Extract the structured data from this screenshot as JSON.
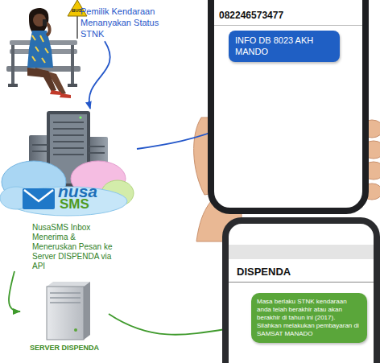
{
  "diagram": {
    "nodes": [
      {
        "text": [
          "Pemilik Kendaraan Menanyakan Status STNK"
        ]
      },
      {
        "text": [
          "082246573477"
        ]
      },
      {
        "text": [
          "INFO DB 8023 AKH MANDO"
        ],
        "in": 1
      },
      {
        "text": [
          "nusa",
          "SMS",
          "NusaSMS Inbox Menerima & Meneruskan Pesan ke Server DISPENDA via API"
        ]
      },
      {
        "text": [
          "SERVER DISPENDA"
        ]
      },
      {
        "text": [
          "DISPENDA"
        ]
      },
      {
        "text": [
          "Masa berlaku STNK kendaraan anda telah berakhir atau akan berakhir di tahun ini (2017). Silahkan melakukan pembayaran di SAMSAT MANADO"
        ],
        "in": 5
      }
    ],
    "edges": [
      {
        "from": 0,
        "to": 3,
        "arrow": "to"
      },
      {
        "from": 3,
        "to": 2,
        "arrow": "to"
      },
      {
        "from": 3,
        "to": 4,
        "arrow": "to"
      },
      {
        "from": 4,
        "to": 6,
        "arrow": "to"
      }
    ],
    "labels": [
      "BUS"
    ]
  }
}
